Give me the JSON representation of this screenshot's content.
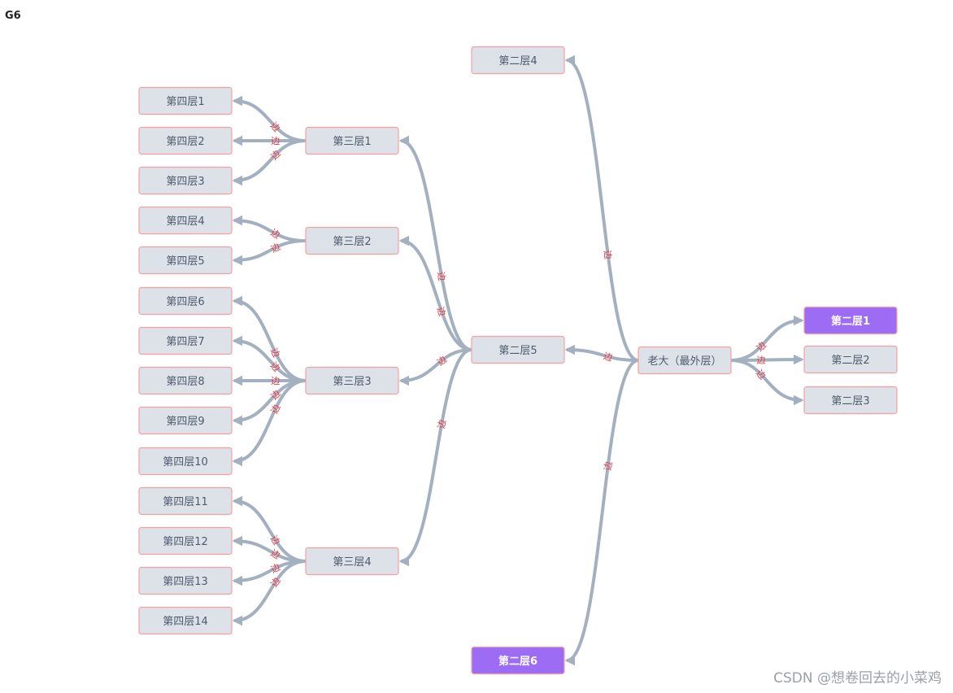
{
  "app": {
    "title": "G6"
  },
  "watermark": "CSDN @想卷回去的小菜鸡",
  "colors": {
    "node_fill": "#dde1e8",
    "node_stroke": "#f6a0a0",
    "node_active_fill": "#9c6cf5",
    "edge": "#a3b0bf",
    "edge_label": "#e8323c"
  },
  "edge_label": "边",
  "nodes": [
    {
      "id": "root",
      "label": "老大（最外层）"
    },
    {
      "id": "l2-1",
      "label": "第二层1",
      "active": true
    },
    {
      "id": "l2-2",
      "label": "第二层2"
    },
    {
      "id": "l2-3",
      "label": "第二层3"
    },
    {
      "id": "l2-4",
      "label": "第二层4"
    },
    {
      "id": "l2-5",
      "label": "第二层5"
    },
    {
      "id": "l2-6",
      "label": "第二层6",
      "active": true
    },
    {
      "id": "l3-1",
      "label": "第三层1"
    },
    {
      "id": "l3-2",
      "label": "第三层2"
    },
    {
      "id": "l3-3",
      "label": "第三层3"
    },
    {
      "id": "l3-4",
      "label": "第三层4"
    },
    {
      "id": "l4-1",
      "label": "第四层1"
    },
    {
      "id": "l4-2",
      "label": "第四层2"
    },
    {
      "id": "l4-3",
      "label": "第四层3"
    },
    {
      "id": "l4-4",
      "label": "第四层4"
    },
    {
      "id": "l4-5",
      "label": "第四层5"
    },
    {
      "id": "l4-6",
      "label": "第四层6"
    },
    {
      "id": "l4-7",
      "label": "第四层7"
    },
    {
      "id": "l4-8",
      "label": "第四层8"
    },
    {
      "id": "l4-9",
      "label": "第四层9"
    },
    {
      "id": "l4-10",
      "label": "第四层10"
    },
    {
      "id": "l4-11",
      "label": "第四层11"
    },
    {
      "id": "l4-12",
      "label": "第四层12"
    },
    {
      "id": "l4-13",
      "label": "第四层13"
    },
    {
      "id": "l4-14",
      "label": "第四层14"
    }
  ],
  "edges": [
    {
      "source": "root",
      "target": "l2-1"
    },
    {
      "source": "root",
      "target": "l2-2"
    },
    {
      "source": "root",
      "target": "l2-3"
    },
    {
      "source": "root",
      "target": "l2-4"
    },
    {
      "source": "root",
      "target": "l2-5"
    },
    {
      "source": "root",
      "target": "l2-6"
    },
    {
      "source": "l2-5",
      "target": "l3-1"
    },
    {
      "source": "l2-5",
      "target": "l3-2"
    },
    {
      "source": "l2-5",
      "target": "l3-3"
    },
    {
      "source": "l2-5",
      "target": "l3-4"
    },
    {
      "source": "l3-1",
      "target": "l4-1"
    },
    {
      "source": "l3-1",
      "target": "l4-2"
    },
    {
      "source": "l3-1",
      "target": "l4-3"
    },
    {
      "source": "l3-2",
      "target": "l4-4"
    },
    {
      "source": "l3-2",
      "target": "l4-5"
    },
    {
      "source": "l3-3",
      "target": "l4-6"
    },
    {
      "source": "l3-3",
      "target": "l4-7"
    },
    {
      "source": "l3-3",
      "target": "l4-8"
    },
    {
      "source": "l3-3",
      "target": "l4-9"
    },
    {
      "source": "l3-3",
      "target": "l4-10"
    },
    {
      "source": "l3-4",
      "target": "l4-11"
    },
    {
      "source": "l3-4",
      "target": "l4-12"
    },
    {
      "source": "l3-4",
      "target": "l4-13"
    },
    {
      "source": "l3-4",
      "target": "l4-14"
    }
  ]
}
